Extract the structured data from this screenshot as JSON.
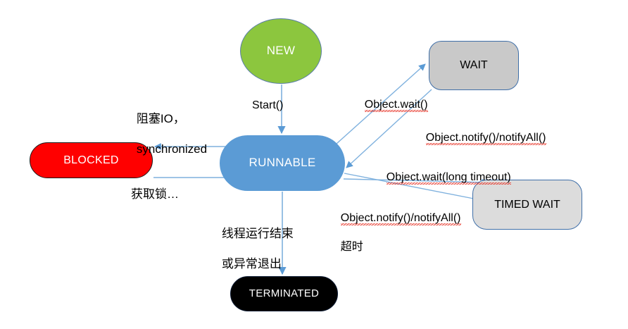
{
  "diagram": {
    "title": "Java Thread State Transition Diagram",
    "colors": {
      "new_fill": "#8CC63E",
      "runnable_fill": "#5B9BD5",
      "blocked_fill": "#FF0000",
      "terminated_fill": "#000000",
      "wait_fill": "#C9C9C9",
      "timed_wait_fill": "#DCDCDC",
      "edge_stroke": "#5B9BD5",
      "node_border": "#3F6FA8",
      "label_text": "#000000",
      "spellcheck_underline": "#E8392C",
      "background": "#FFFFFF"
    },
    "nodes": [
      {
        "id": "new",
        "label": "NEW",
        "shape": "ellipse"
      },
      {
        "id": "runnable",
        "label": "RUNNABLE",
        "shape": "pill"
      },
      {
        "id": "blocked",
        "label": "BLOCKED",
        "shape": "pill"
      },
      {
        "id": "terminated",
        "label": "TERMINATED",
        "shape": "pill"
      },
      {
        "id": "wait",
        "label": "WAIT",
        "shape": "rounded-rect"
      },
      {
        "id": "timed_wait",
        "label": "TIMED WAIT",
        "shape": "rounded-rect"
      }
    ],
    "edges": [
      {
        "id": "start",
        "from": "new",
        "to": "runnable",
        "label": "Start()"
      },
      {
        "id": "to_blocked",
        "from": "runnable",
        "to": "blocked",
        "label_line1": "阻塞IO，",
        "label_line2": "synchronized"
      },
      {
        "id": "to_runnable",
        "from": "blocked",
        "to": "runnable",
        "label": "获取锁…"
      },
      {
        "id": "terminate",
        "from": "runnable",
        "to": "terminated",
        "label_line1": "线程运行结束",
        "label_line2": "或异常退出"
      },
      {
        "id": "to_wait",
        "from": "runnable",
        "to": "wait",
        "label": "Object.wait()"
      },
      {
        "id": "from_wait",
        "from": "wait",
        "to": "runnable",
        "label": "Object.notify()/notifyAll()"
      },
      {
        "id": "to_timed",
        "from": "runnable",
        "to": "timed_wait",
        "label": "Object.wait(long timeout)"
      },
      {
        "id": "from_timed",
        "from": "timed_wait",
        "to": "runnable",
        "label_line1": "Object.notify()/notifyAll()",
        "label_line2": "超时"
      }
    ]
  }
}
